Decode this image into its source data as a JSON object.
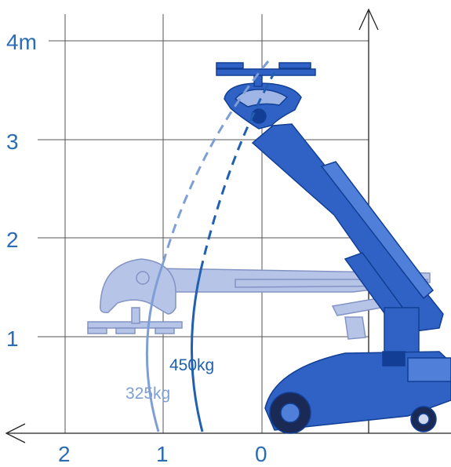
{
  "axes": {
    "y_ticks": [
      "4m",
      "3",
      "2",
      "1"
    ],
    "x_ticks": [
      "2",
      "1",
      "0"
    ]
  },
  "curves": [
    {
      "label": "450kg",
      "color": "#2160b0"
    },
    {
      "label": "325kg",
      "color": "#7e9fd6"
    }
  ],
  "colors": {
    "machine": "#2f62c4",
    "machine_dark": "#123f95",
    "lowered_boom": "#b6c4e8",
    "lowered_boom_edge": "#8393c3",
    "wheel": "#1a2a55",
    "grid": "#555555",
    "axis": "#222222"
  }
}
